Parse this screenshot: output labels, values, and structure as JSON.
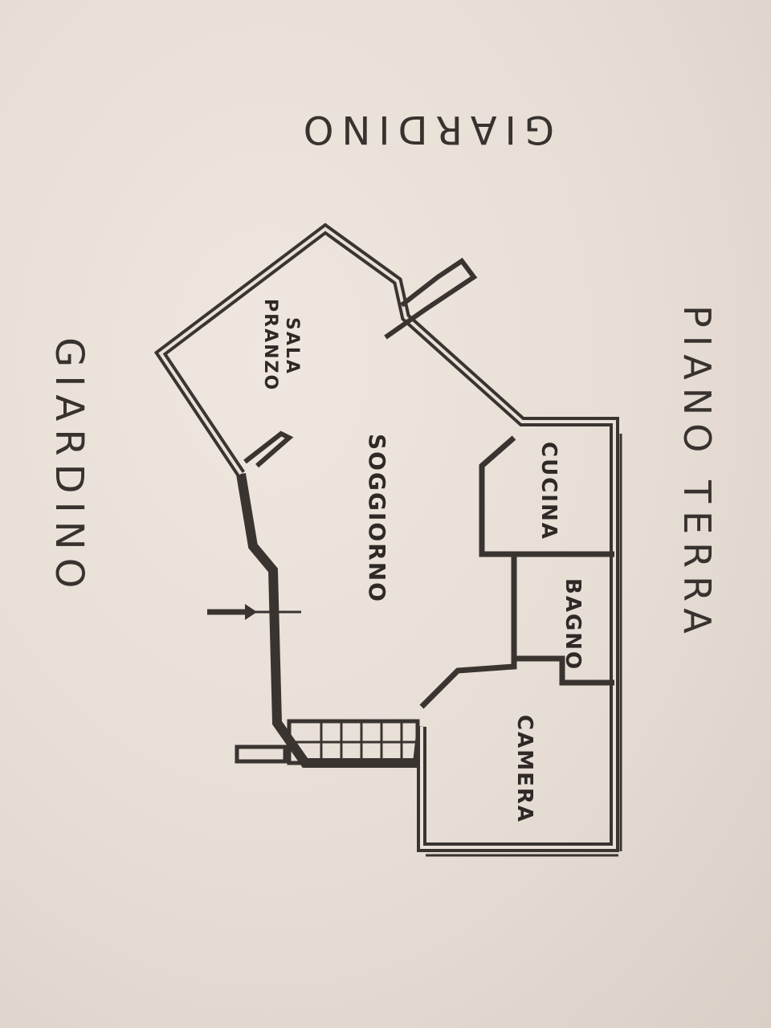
{
  "plan": {
    "floor_title": "PIANO TERRA",
    "garden_left": "GIARDINO",
    "garden_top": "GIARDINO",
    "rooms": {
      "sala_pranzo_line1": "SALA",
      "sala_pranzo_line2": "PRANZO",
      "soggiorno": "SOGGIORNO",
      "cucina": "CUCINA",
      "bagno": "BAGNO",
      "camera": "CAMERA"
    },
    "ink_color": "#3a3431",
    "paper_color": "#e9e0d8"
  }
}
